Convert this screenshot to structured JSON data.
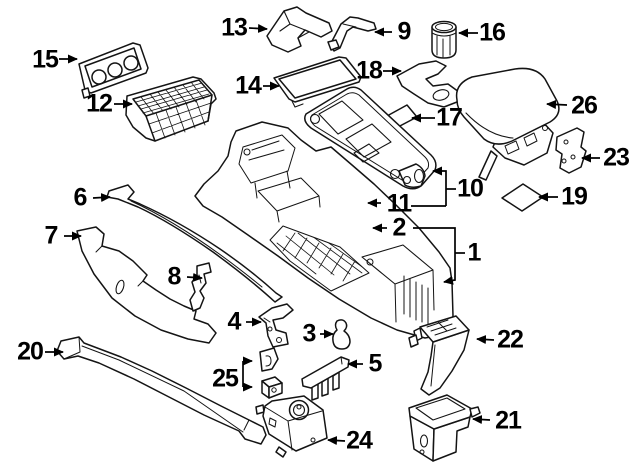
{
  "figure": {
    "kind": "exploded-parts-diagram",
    "background_color": "#ffffff",
    "line_color": "#141414",
    "label_color": "#000000",
    "part_count": 26
  },
  "labels": {
    "1": "1",
    "2": "2",
    "3": "3",
    "4": "4",
    "5": "5",
    "6": "6",
    "7": "7",
    "8": "8",
    "9": "9",
    "10": "10",
    "11": "11",
    "12": "12",
    "13": "13",
    "14": "14",
    "15": "15",
    "16": "16",
    "17": "17",
    "18": "18",
    "19": "19",
    "20": "20",
    "21": "21",
    "22": "22",
    "23": "23",
    "24": "24",
    "25": "25",
    "26": "26"
  },
  "parts": [
    {
      "number": "1",
      "drawing": "console-body"
    },
    {
      "number": "2",
      "drawing": "mounting-bolt"
    },
    {
      "number": "3",
      "drawing": "small-lamp"
    },
    {
      "number": "4",
      "drawing": "support-bracket"
    },
    {
      "number": "5",
      "drawing": "guide-rail"
    },
    {
      "number": "6",
      "drawing": "side-trim-strip"
    },
    {
      "number": "7",
      "drawing": "side-panel"
    },
    {
      "number": "8",
      "drawing": "corner-bracket"
    },
    {
      "number": "9",
      "drawing": "retainer-strip"
    },
    {
      "number": "10",
      "drawing": "upper-trim-panel"
    },
    {
      "number": "11",
      "drawing": "hinge-bracket"
    },
    {
      "number": "12",
      "drawing": "rubber-mat-insert"
    },
    {
      "number": "13",
      "drawing": "storage-tray"
    },
    {
      "number": "14",
      "drawing": "trim-lid"
    },
    {
      "number": "15",
      "drawing": "switch-panel"
    },
    {
      "number": "16",
      "drawing": "cupholder-insert"
    },
    {
      "number": "17",
      "drawing": "adhesive-pad"
    },
    {
      "number": "18",
      "drawing": "liner-mat"
    },
    {
      "number": "19",
      "drawing": "foam-pad"
    },
    {
      "number": "20",
      "drawing": "sill-rail"
    },
    {
      "number": "21",
      "drawing": "storage-bin"
    },
    {
      "number": "22",
      "drawing": "rear-vent-panel"
    },
    {
      "number": "23",
      "drawing": "mounting-plate"
    },
    {
      "number": "24",
      "drawing": "switch-unit"
    },
    {
      "number": "25",
      "drawing": "clip-set"
    },
    {
      "number": "26",
      "drawing": "armrest"
    }
  ]
}
